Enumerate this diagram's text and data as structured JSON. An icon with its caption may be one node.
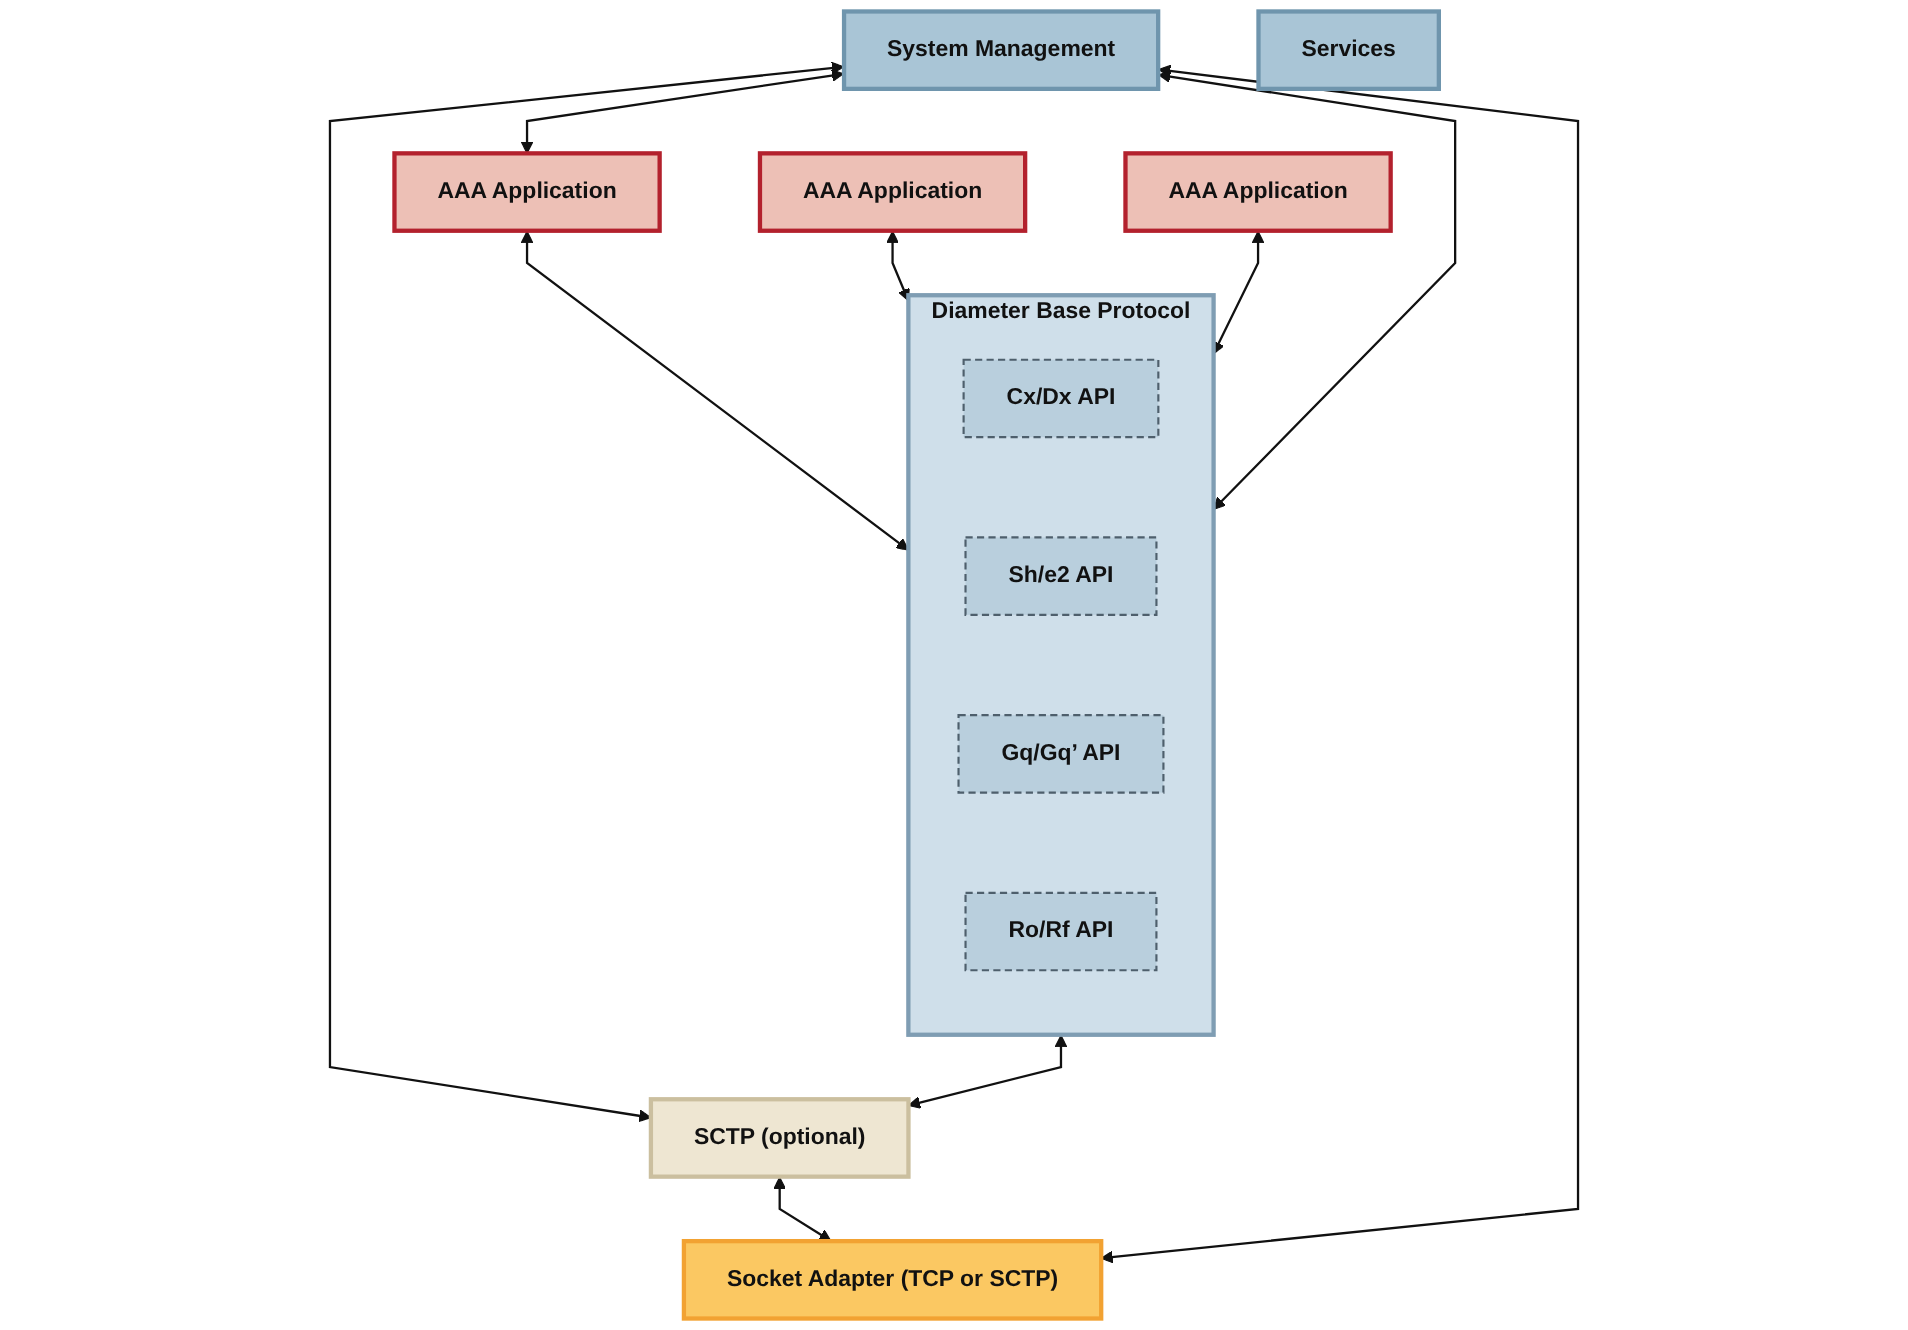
{
  "diagram": {
    "nodes": [
      {
        "text": [
          "System Management"
        ]
      },
      {
        "text": [
          "AAA Application"
        ]
      },
      {
        "text": [
          "AAA Application"
        ]
      },
      {
        "text": [
          "AAA Application"
        ]
      },
      {
        "text": [
          "Diameter Base Protocol"
        ]
      },
      {
        "text": [
          "Cx/Dx API"
        ],
        "in": 4
      },
      {
        "text": [
          "Sh/e2 API"
        ],
        "in": 4
      },
      {
        "text": [
          "Gq/Gq’ API"
        ],
        "in": 4
      },
      {
        "text": [
          "Ro/Rf API"
        ],
        "in": 4
      },
      {
        "text": [
          "SCTP (optional)"
        ]
      },
      {
        "text": [
          "Socket Adapter (TCP or SCTP)"
        ]
      },
      {
        "text": [
          "Services"
        ]
      }
    ],
    "edges": [
      {
        "from": 0,
        "to": 1,
        "arrow": "both"
      },
      {
        "from": 1,
        "to": 4,
        "arrow": "both"
      },
      {
        "from": 2,
        "to": 4,
        "arrow": "both"
      },
      {
        "from": 3,
        "to": 4,
        "arrow": "both"
      },
      {
        "from": 0,
        "to": 4,
        "arrow": "both"
      },
      {
        "from": 4,
        "to": 9,
        "arrow": "both"
      },
      {
        "from": 0,
        "to": 9,
        "arrow": "both"
      },
      {
        "from": 9,
        "to": 10,
        "arrow": "both"
      },
      {
        "from": 0,
        "to": 10,
        "arrow": "both"
      }
    ]
  }
}
